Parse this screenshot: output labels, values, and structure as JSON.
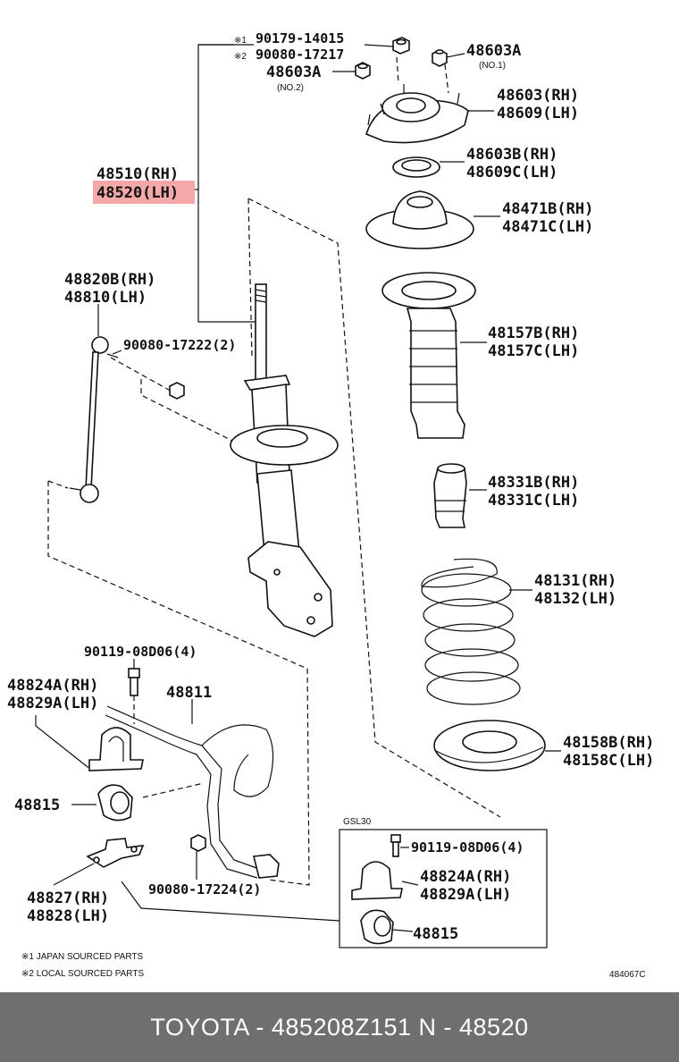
{
  "labels": {
    "note1_mark": "※1",
    "p90179": "90179-14015",
    "note2_mark": "※2",
    "p90080a": "90080-17217",
    "p48603a_l": "48603A",
    "no2": "(NO.2)",
    "p48603a_r": "48603A",
    "no1": "(NO.1)",
    "p48603rh": "48603(RH)",
    "p48609lh": "48609(LH)",
    "p48603b": "48603B(RH)",
    "p48609c": "48609C(LH)",
    "p48510": "48510(RH)",
    "p48520": "48520(LH)",
    "p48471b": "48471B(RH)",
    "p48471c": "48471C(LH)",
    "p48820b": "48820B(RH)",
    "p48810": "48810(LH)",
    "p90080b": "90080-17222(2)",
    "p48157b": "48157B(RH)",
    "p48157c": "48157C(LH)",
    "p48331b": "48331B(RH)",
    "p48331c": "48331C(LH)",
    "p48131": "48131(RH)",
    "p48132": "48132(LH)",
    "p90119a": "90119-08D06(4)",
    "p48824a": "48824A(RH)",
    "p48829a": "48829A(LH)",
    "p48811": "48811",
    "p48158b": "48158B(RH)",
    "p48158c": "48158C(LH)",
    "p48815a": "48815",
    "gsl30": "GSL30",
    "p90119b": "90119-08D06(4)",
    "p48824a_b": "48824A(RH)",
    "p48829a_b": "48829A(LH)",
    "p48827": "48827(RH)",
    "p48828": "48828(LH)",
    "p90080c": "90080-17224(2)",
    "p48815b": "48815",
    "note1_text": "※1 JAPAN SOURCED PARTS",
    "note2_text": "※2 LOCAL SOURCED PARTS",
    "diagram_code": "484067C"
  },
  "highlight_color": "#f4a8a8",
  "footer": {
    "text": "TOYOTA - 485208Z151      N - 48520"
  }
}
